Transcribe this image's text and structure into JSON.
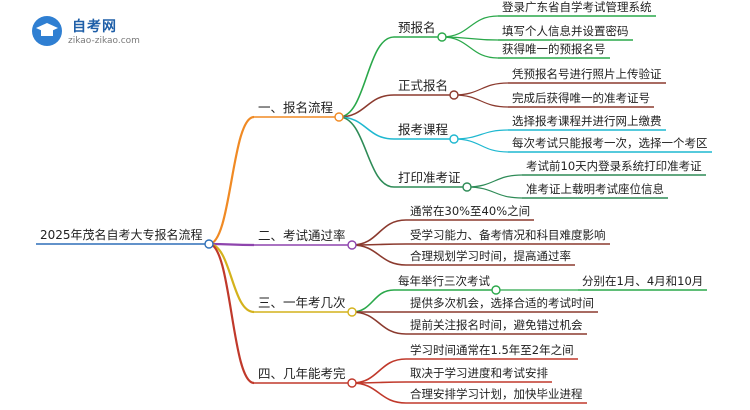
{
  "logo": {
    "name": "自考网",
    "url": "zikao-zikao.com"
  },
  "root": "2025年茂名自考大专报名流程",
  "branches": [
    {
      "label": "一、报名流程",
      "color": "#f08a24",
      "children": [
        {
          "label": "预报名",
          "color": "#2aa84a",
          "leaves": [
            "登录广东省自学考试管理系统",
            "填写个人信息并设置密码",
            "获得唯一的预报名号"
          ]
        },
        {
          "label": "正式报名",
          "color": "#8b3a2e",
          "leaves": [
            "凭预报名号进行照片上传验证",
            "完成后获得唯一的准考证号"
          ]
        },
        {
          "label": "报考课程",
          "color": "#1fb8d0",
          "leaves": [
            "选择报考课程并进行网上缴费",
            "每次考试只能报考一次，选择一个考区"
          ]
        },
        {
          "label": "打印准考证",
          "color": "#2e8b57",
          "leaves": [
            "考试前10天内登录系统打印准考证",
            "准考证上载明考试座位信息"
          ]
        }
      ]
    },
    {
      "label": "二、考试通过率",
      "color": "#8e44ad",
      "children": [
        {
          "label": "通常在30%至40%之间",
          "color": "#8b3a2e",
          "leaves": []
        },
        {
          "label": "受学习能力、备考情况和科目难度影响",
          "color": "#8b3a2e",
          "leaves": []
        },
        {
          "label": "合理规划学习时间，提高通过率",
          "color": "#8b3a2e",
          "leaves": []
        }
      ]
    },
    {
      "label": "三、一年考几次",
      "color": "#d4b21c",
      "children": [
        {
          "label": "每年举行三次考试",
          "color": "#2aa84a",
          "leaves": [
            "分别在1月、4月和10月"
          ]
        },
        {
          "label": "提供多次机会，选择合适的考试时间",
          "color": "#8b3a2e",
          "leaves": []
        },
        {
          "label": "提前关注报名时间，避免错过机会",
          "color": "#8b3a2e",
          "leaves": []
        }
      ]
    },
    {
      "label": "四、几年能考完",
      "color": "#c0392b",
      "children": [
        {
          "label": "学习时间通常在1.5年至2年之间",
          "color": "#8e44ad",
          "leaves": []
        },
        {
          "label": "取决于学习进度和考试安排",
          "color": "#8b3a2e",
          "leaves": []
        },
        {
          "label": "合理安排学习计划，加快毕业进程",
          "color": "#8b3a2e",
          "leaves": []
        }
      ]
    }
  ]
}
